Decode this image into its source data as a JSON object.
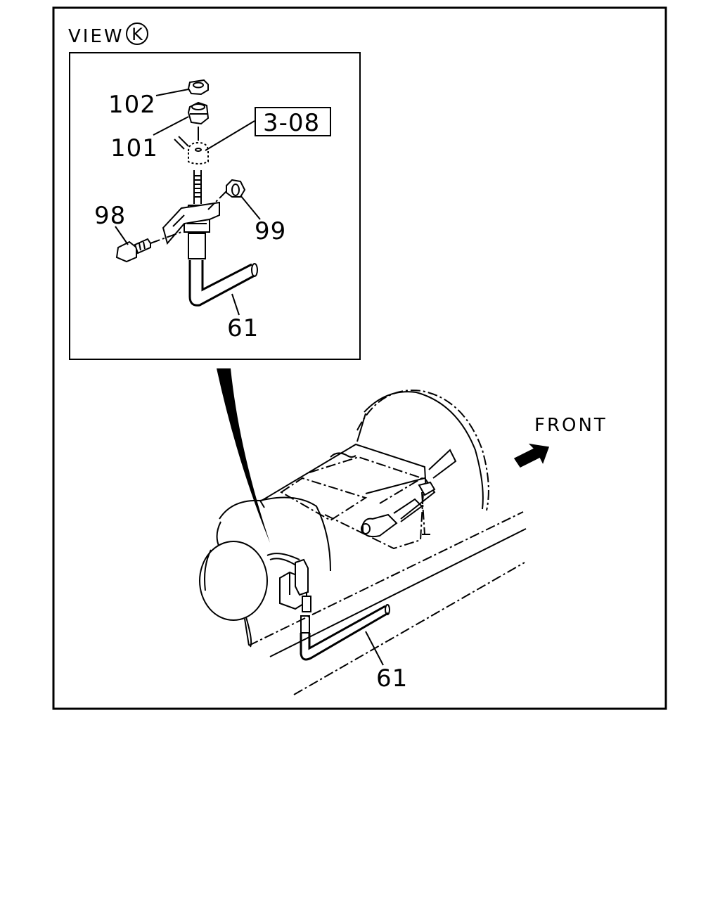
{
  "view": {
    "label": "VIEW",
    "letter": "K"
  },
  "callouts": {
    "p102": "102",
    "p101": "101",
    "ref": "3-08",
    "p98": "98",
    "p99": "99",
    "p61_detail": "61",
    "p61_main": "61"
  },
  "front_label": "FRONT"
}
